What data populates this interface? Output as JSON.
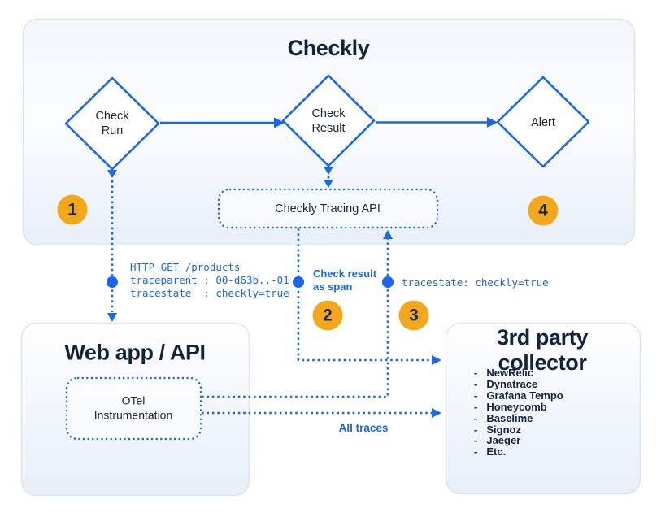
{
  "colors": {
    "accent_blue": "#1766F2",
    "badge_orange": "#F3A71B",
    "ink_navy": "#15243E",
    "panel_border": "#DBE5F0",
    "panel_fill_bottom": "#E7EFF8"
  },
  "checkly": {
    "title": "Checkly",
    "nodes": {
      "check_run": "Check\nRun",
      "check_result": "Check\nResult",
      "alert": "Alert"
    },
    "tracing_api_label": "Checkly Tracing API"
  },
  "badges": {
    "one": "1",
    "two": "2",
    "three": "3",
    "four": "4"
  },
  "annotations": {
    "http_block": "HTTP GET /products\ntraceparent : 00-d63b..-01\ntracestate  : checkly=true",
    "check_result_as_span": "Check result\nas span",
    "tracestate": "tracestate: checkly=true",
    "all_traces": "All traces"
  },
  "web_app": {
    "title": "Web app / API",
    "otel_label": "OTel\nInstrumentation"
  },
  "third_party": {
    "title": "3rd party collector",
    "items": [
      "NewRelic",
      "Dynatrace",
      "Grafana Tempo",
      "Honeycomb",
      "Baselime",
      "Signoz",
      "Jaeger",
      "Etc."
    ]
  }
}
